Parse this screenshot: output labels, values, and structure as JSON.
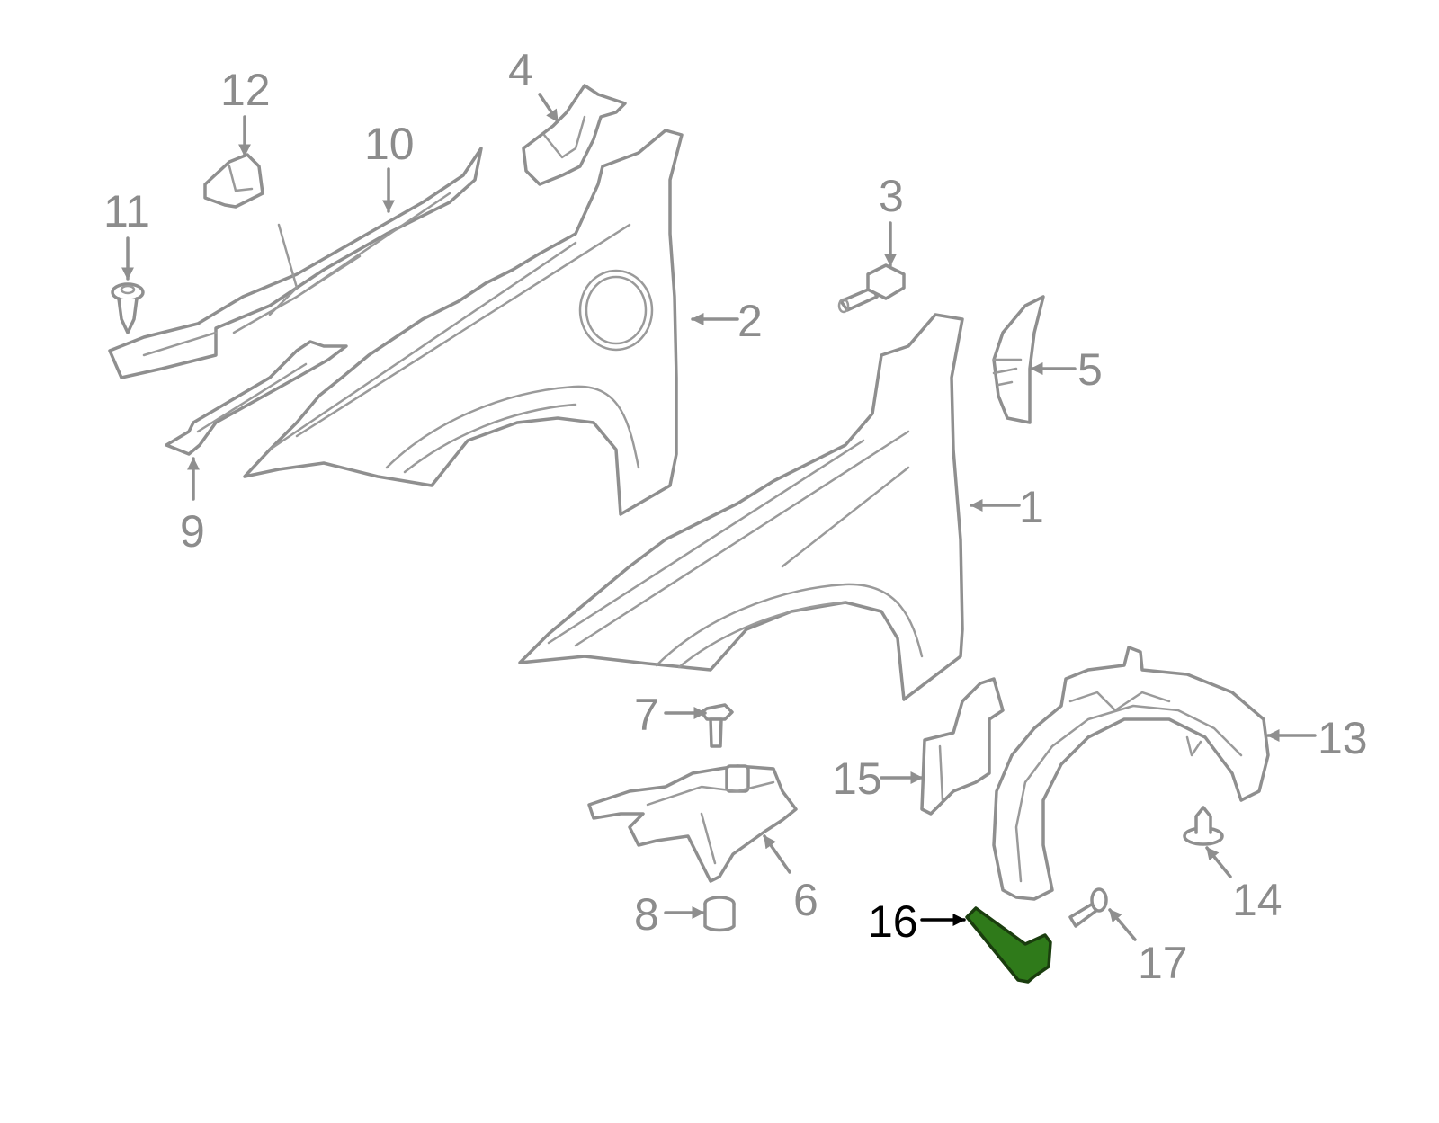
{
  "diagram": {
    "colors": {
      "background": "#ffffff",
      "outline": "#8f8f8f",
      "label": "#8c8c8c",
      "highlight_label": "#000000",
      "highlight_fill": "#2f7a1a",
      "highlight_outline": "#1a3d0e"
    },
    "callouts": [
      {
        "id": "c1",
        "text": "1"
      },
      {
        "id": "c2",
        "text": "2"
      },
      {
        "id": "c3",
        "text": "3"
      },
      {
        "id": "c4",
        "text": "4"
      },
      {
        "id": "c5",
        "text": "5"
      },
      {
        "id": "c6",
        "text": "6"
      },
      {
        "id": "c7",
        "text": "7"
      },
      {
        "id": "c8",
        "text": "8"
      },
      {
        "id": "c9",
        "text": "9"
      },
      {
        "id": "c10",
        "text": "10"
      },
      {
        "id": "c11",
        "text": "11"
      },
      {
        "id": "c12",
        "text": "12"
      },
      {
        "id": "c13",
        "text": "13"
      },
      {
        "id": "c14",
        "text": "14"
      },
      {
        "id": "c15",
        "text": "15"
      },
      {
        "id": "c16",
        "text": "16",
        "highlighted": true
      },
      {
        "id": "c17",
        "text": "17"
      }
    ]
  }
}
